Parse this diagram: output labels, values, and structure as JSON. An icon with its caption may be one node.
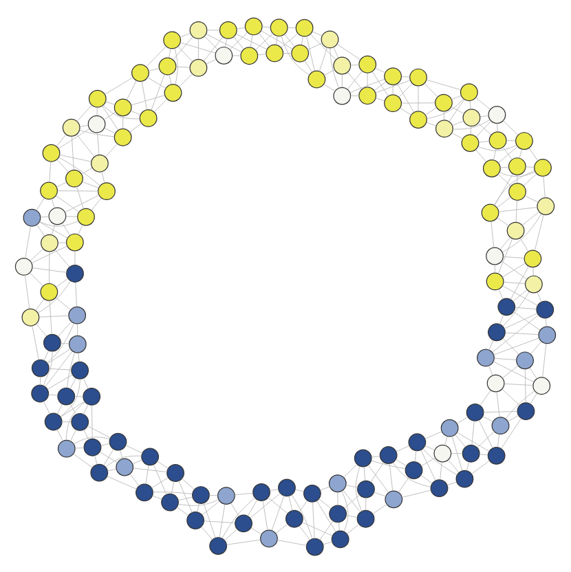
{
  "diagram": {
    "nodes": [
      {
        "text": [],
        "shape": "circle"
      },
      {
        "text": [],
        "shape": "circle"
      },
      {
        "text": [],
        "shape": "circle"
      },
      {
        "text": [],
        "shape": "circle"
      },
      {
        "text": [],
        "shape": "circle"
      },
      {
        "text": [],
        "shape": "circle"
      },
      {
        "text": [],
        "shape": "circle"
      },
      {
        "text": [],
        "shape": "circle"
      },
      {
        "text": [],
        "shape": "circle"
      },
      {
        "text": [],
        "shape": "circle"
      },
      {
        "text": [],
        "shape": "circle"
      },
      {
        "text": [],
        "shape": "circle"
      },
      {
        "text": [],
        "shape": "circle"
      },
      {
        "text": [],
        "shape": "circle"
      },
      {
        "text": [],
        "shape": "circle"
      },
      {
        "text": [],
        "shape": "circle"
      },
      {
        "text": [],
        "shape": "circle"
      },
      {
        "text": [],
        "shape": "circle"
      },
      {
        "text": [],
        "shape": "circle"
      },
      {
        "text": [],
        "shape": "circle"
      },
      {
        "text": [],
        "shape": "circle"
      },
      {
        "text": [],
        "shape": "circle"
      },
      {
        "text": [],
        "shape": "circle"
      },
      {
        "text": [],
        "shape": "circle"
      },
      {
        "text": [],
        "shape": "circle"
      },
      {
        "text": [],
        "shape": "circle"
      },
      {
        "text": [],
        "shape": "circle"
      },
      {
        "text": [],
        "shape": "circle"
      },
      {
        "text": [],
        "shape": "circle"
      },
      {
        "text": [],
        "shape": "circle"
      },
      {
        "text": [],
        "shape": "circle"
      },
      {
        "text": [],
        "shape": "circle"
      },
      {
        "text": [],
        "shape": "circle"
      },
      {
        "text": [],
        "shape": "circle"
      },
      {
        "text": [],
        "shape": "circle"
      },
      {
        "text": [],
        "shape": "circle"
      },
      {
        "text": [],
        "shape": "circle"
      },
      {
        "text": [],
        "shape": "circle"
      },
      {
        "text": [],
        "shape": "circle"
      },
      {
        "text": [],
        "shape": "circle"
      },
      {
        "text": [],
        "shape": "circle"
      },
      {
        "text": [],
        "shape": "circle"
      },
      {
        "text": [],
        "shape": "circle"
      },
      {
        "text": [],
        "shape": "circle"
      },
      {
        "text": [],
        "shape": "circle"
      },
      {
        "text": [],
        "shape": "circle"
      },
      {
        "text": [],
        "shape": "circle"
      },
      {
        "text": [],
        "shape": "circle"
      },
      {
        "text": [],
        "shape": "circle"
      },
      {
        "text": [],
        "shape": "circle"
      },
      {
        "text": [],
        "shape": "circle"
      },
      {
        "text": [],
        "shape": "circle"
      },
      {
        "text": [],
        "shape": "circle"
      },
      {
        "text": [],
        "shape": "circle"
      },
      {
        "text": [],
        "shape": "circle"
      },
      {
        "text": [],
        "shape": "circle"
      },
      {
        "text": [],
        "shape": "circle"
      },
      {
        "text": [],
        "shape": "circle"
      },
      {
        "text": [],
        "shape": "circle"
      },
      {
        "text": [],
        "shape": "circle"
      },
      {
        "text": [],
        "shape": "circle"
      },
      {
        "text": [],
        "shape": "circle"
      },
      {
        "text": [],
        "shape": "circle"
      },
      {
        "text": [],
        "shape": "circle"
      },
      {
        "text": [],
        "shape": "circle"
      },
      {
        "text": [],
        "shape": "circle"
      },
      {
        "text": [],
        "shape": "circle"
      },
      {
        "text": [],
        "shape": "circle"
      },
      {
        "text": [],
        "shape": "circle"
      },
      {
        "text": [],
        "shape": "circle"
      },
      {
        "text": [],
        "shape": "circle"
      },
      {
        "text": [],
        "shape": "circle"
      },
      {
        "text": [],
        "shape": "circle"
      },
      {
        "text": [],
        "shape": "circle"
      },
      {
        "text": [],
        "shape": "circle"
      },
      {
        "text": [],
        "shape": "circle"
      },
      {
        "text": [],
        "shape": "circle"
      },
      {
        "text": [],
        "shape": "circle"
      },
      {
        "text": [],
        "shape": "circle"
      },
      {
        "text": [],
        "shape": "circle"
      },
      {
        "text": [],
        "shape": "circle"
      },
      {
        "text": [],
        "shape": "circle"
      },
      {
        "text": [],
        "shape": "circle"
      },
      {
        "text": [],
        "shape": "circle"
      },
      {
        "text": [],
        "shape": "circle"
      },
      {
        "text": [],
        "shape": "circle"
      },
      {
        "text": [],
        "shape": "circle"
      },
      {
        "text": [],
        "shape": "circle"
      },
      {
        "text": [],
        "shape": "circle"
      },
      {
        "text": [],
        "shape": "circle"
      },
      {
        "text": [],
        "shape": "circle"
      },
      {
        "text": [],
        "shape": "circle"
      },
      {
        "text": [],
        "shape": "circle"
      },
      {
        "text": [],
        "shape": "circle"
      },
      {
        "text": [],
        "shape": "circle"
      },
      {
        "text": [],
        "shape": "circle"
      },
      {
        "text": [],
        "shape": "circle"
      },
      {
        "text": [],
        "shape": "circle"
      },
      {
        "text": [],
        "shape": "circle"
      },
      {
        "text": [],
        "shape": "circle"
      },
      {
        "text": [],
        "shape": "circle"
      },
      {
        "text": [],
        "shape": "circle"
      },
      {
        "text": [],
        "shape": "circle"
      },
      {
        "text": [],
        "shape": "circle"
      },
      {
        "text": [],
        "shape": "circle"
      },
      {
        "text": [],
        "shape": "circle"
      },
      {
        "text": [],
        "shape": "circle"
      },
      {
        "text": [],
        "shape": "circle"
      },
      {
        "text": [],
        "shape": "circle"
      },
      {
        "text": [],
        "shape": "circle"
      },
      {
        "text": [],
        "shape": "circle"
      },
      {
        "text": [],
        "shape": "circle"
      },
      {
        "text": [],
        "shape": "circle"
      },
      {
        "text": [],
        "shape": "circle"
      },
      {
        "text": [],
        "shape": "circle"
      },
      {
        "text": [],
        "shape": "circle"
      },
      {
        "text": [],
        "shape": "circle"
      },
      {
        "text": [],
        "shape": "circle"
      },
      {
        "text": [],
        "shape": "circle"
      },
      {
        "text": [],
        "shape": "circle"
      }
    ],
    "edges": [
      {
        "from": 0,
        "to": 1,
        "arrow": "none"
      },
      {
        "from": 0,
        "to": 2,
        "arrow": "none"
      },
      {
        "from": 0,
        "to": 3,
        "arrow": "none"
      },
      {
        "from": 1,
        "to": 2,
        "arrow": "none"
      },
      {
        "from": 1,
        "to": 3,
        "arrow": "none"
      },
      {
        "from": 1,
        "to": 4,
        "arrow": "none"
      },
      {
        "from": 2,
        "to": 3,
        "arrow": "none"
      },
      {
        "from": 2,
        "to": 4,
        "arrow": "none"
      },
      {
        "from": 2,
        "to": 5,
        "arrow": "none"
      },
      {
        "from": 3,
        "to": 4,
        "arrow": "none"
      },
      {
        "from": 3,
        "to": 5,
        "arrow": "none"
      },
      {
        "from": 3,
        "to": 6,
        "arrow": "none"
      },
      {
        "from": 4,
        "to": 5,
        "arrow": "none"
      },
      {
        "from": 4,
        "to": 6,
        "arrow": "none"
      },
      {
        "from": 4,
        "to": 7,
        "arrow": "none"
      },
      {
        "from": 5,
        "to": 6,
        "arrow": "none"
      },
      {
        "from": 5,
        "to": 7,
        "arrow": "none"
      },
      {
        "from": 5,
        "to": 8,
        "arrow": "none"
      },
      {
        "from": 6,
        "to": 7,
        "arrow": "none"
      },
      {
        "from": 6,
        "to": 8,
        "arrow": "none"
      },
      {
        "from": 6,
        "to": 9,
        "arrow": "none"
      },
      {
        "from": 7,
        "to": 8,
        "arrow": "none"
      },
      {
        "from": 7,
        "to": 9,
        "arrow": "none"
      },
      {
        "from": 7,
        "to": 10,
        "arrow": "none"
      },
      {
        "from": 8,
        "to": 9,
        "arrow": "none"
      },
      {
        "from": 8,
        "to": 10,
        "arrow": "none"
      },
      {
        "from": 8,
        "to": 11,
        "arrow": "none"
      },
      {
        "from": 9,
        "to": 10,
        "arrow": "none"
      },
      {
        "from": 9,
        "to": 11,
        "arrow": "none"
      },
      {
        "from": 9,
        "to": 12,
        "arrow": "none"
      },
      {
        "from": 10,
        "to": 11,
        "arrow": "none"
      },
      {
        "from": 10,
        "to": 12,
        "arrow": "none"
      },
      {
        "from": 10,
        "to": 13,
        "arrow": "none"
      },
      {
        "from": 11,
        "to": 12,
        "arrow": "none"
      },
      {
        "from": 11,
        "to": 13,
        "arrow": "none"
      },
      {
        "from": 11,
        "to": 14,
        "arrow": "none"
      },
      {
        "from": 12,
        "to": 13,
        "arrow": "none"
      },
      {
        "from": 12,
        "to": 14,
        "arrow": "none"
      },
      {
        "from": 12,
        "to": 15,
        "arrow": "none"
      },
      {
        "from": 13,
        "to": 14,
        "arrow": "none"
      },
      {
        "from": 13,
        "to": 15,
        "arrow": "none"
      },
      {
        "from": 13,
        "to": 16,
        "arrow": "none"
      },
      {
        "from": 14,
        "to": 15,
        "arrow": "none"
      },
      {
        "from": 14,
        "to": 16,
        "arrow": "none"
      },
      {
        "from": 14,
        "to": 17,
        "arrow": "none"
      },
      {
        "from": 15,
        "to": 16,
        "arrow": "none"
      },
      {
        "from": 15,
        "to": 17,
        "arrow": "none"
      },
      {
        "from": 15,
        "to": 18,
        "arrow": "none"
      },
      {
        "from": 16,
        "to": 17,
        "arrow": "none"
      },
      {
        "from": 16,
        "to": 18,
        "arrow": "none"
      },
      {
        "from": 16,
        "to": 19,
        "arrow": "none"
      },
      {
        "from": 17,
        "to": 18,
        "arrow": "none"
      },
      {
        "from": 17,
        "to": 19,
        "arrow": "none"
      },
      {
        "from": 17,
        "to": 20,
        "arrow": "none"
      },
      {
        "from": 18,
        "to": 19,
        "arrow": "none"
      },
      {
        "from": 18,
        "to": 20,
        "arrow": "none"
      },
      {
        "from": 18,
        "to": 21,
        "arrow": "none"
      },
      {
        "from": 19,
        "to": 20,
        "arrow": "none"
      },
      {
        "from": 19,
        "to": 21,
        "arrow": "none"
      },
      {
        "from": 19,
        "to": 22,
        "arrow": "none"
      },
      {
        "from": 20,
        "to": 21,
        "arrow": "none"
      },
      {
        "from": 20,
        "to": 22,
        "arrow": "none"
      },
      {
        "from": 20,
        "to": 23,
        "arrow": "none"
      },
      {
        "from": 21,
        "to": 22,
        "arrow": "none"
      },
      {
        "from": 21,
        "to": 23,
        "arrow": "none"
      },
      {
        "from": 21,
        "to": 24,
        "arrow": "none"
      },
      {
        "from": 22,
        "to": 23,
        "arrow": "none"
      },
      {
        "from": 22,
        "to": 24,
        "arrow": "none"
      },
      {
        "from": 22,
        "to": 25,
        "arrow": "none"
      },
      {
        "from": 23,
        "to": 24,
        "arrow": "none"
      },
      {
        "from": 23,
        "to": 25,
        "arrow": "none"
      },
      {
        "from": 23,
        "to": 26,
        "arrow": "none"
      },
      {
        "from": 24,
        "to": 25,
        "arrow": "none"
      },
      {
        "from": 24,
        "to": 26,
        "arrow": "none"
      },
      {
        "from": 24,
        "to": 27,
        "arrow": "none"
      },
      {
        "from": 25,
        "to": 26,
        "arrow": "none"
      },
      {
        "from": 25,
        "to": 27,
        "arrow": "none"
      },
      {
        "from": 25,
        "to": 28,
        "arrow": "none"
      },
      {
        "from": 26,
        "to": 27,
        "arrow": "none"
      },
      {
        "from": 26,
        "to": 28,
        "arrow": "none"
      },
      {
        "from": 26,
        "to": 29,
        "arrow": "none"
      },
      {
        "from": 27,
        "to": 28,
        "arrow": "none"
      },
      {
        "from": 27,
        "to": 29,
        "arrow": "none"
      },
      {
        "from": 27,
        "to": 30,
        "arrow": "none"
      },
      {
        "from": 28,
        "to": 29,
        "arrow": "none"
      },
      {
        "from": 28,
        "to": 30,
        "arrow": "none"
      },
      {
        "from": 28,
        "to": 31,
        "arrow": "none"
      },
      {
        "from": 29,
        "to": 30,
        "arrow": "none"
      },
      {
        "from": 29,
        "to": 31,
        "arrow": "none"
      },
      {
        "from": 29,
        "to": 32,
        "arrow": "none"
      },
      {
        "from": 30,
        "to": 31,
        "arrow": "none"
      },
      {
        "from": 30,
        "to": 32,
        "arrow": "none"
      },
      {
        "from": 30,
        "to": 33,
        "arrow": "none"
      },
      {
        "from": 31,
        "to": 32,
        "arrow": "none"
      },
      {
        "from": 31,
        "to": 33,
        "arrow": "none"
      },
      {
        "from": 31,
        "to": 34,
        "arrow": "none"
      },
      {
        "from": 32,
        "to": 33,
        "arrow": "none"
      },
      {
        "from": 32,
        "to": 34,
        "arrow": "none"
      },
      {
        "from": 32,
        "to": 35,
        "arrow": "none"
      },
      {
        "from": 33,
        "to": 34,
        "arrow": "none"
      },
      {
        "from": 33,
        "to": 35,
        "arrow": "none"
      },
      {
        "from": 33,
        "to": 36,
        "arrow": "none"
      },
      {
        "from": 34,
        "to": 35,
        "arrow": "none"
      },
      {
        "from": 34,
        "to": 36,
        "arrow": "none"
      },
      {
        "from": 34,
        "to": 37,
        "arrow": "none"
      },
      {
        "from": 35,
        "to": 36,
        "arrow": "none"
      },
      {
        "from": 35,
        "to": 37,
        "arrow": "none"
      },
      {
        "from": 35,
        "to": 38,
        "arrow": "none"
      },
      {
        "from": 36,
        "to": 37,
        "arrow": "none"
      },
      {
        "from": 36,
        "to": 38,
        "arrow": "none"
      },
      {
        "from": 36,
        "to": 39,
        "arrow": "none"
      },
      {
        "from": 37,
        "to": 38,
        "arrow": "none"
      },
      {
        "from": 37,
        "to": 39,
        "arrow": "none"
      },
      {
        "from": 37,
        "to": 40,
        "arrow": "none"
      },
      {
        "from": 38,
        "to": 39,
        "arrow": "none"
      },
      {
        "from": 38,
        "to": 40,
        "arrow": "none"
      },
      {
        "from": 38,
        "to": 41,
        "arrow": "none"
      },
      {
        "from": 39,
        "to": 40,
        "arrow": "none"
      },
      {
        "from": 39,
        "to": 41,
        "arrow": "none"
      },
      {
        "from": 39,
        "to": 42,
        "arrow": "none"
      },
      {
        "from": 40,
        "to": 41,
        "arrow": "none"
      },
      {
        "from": 40,
        "to": 42,
        "arrow": "none"
      },
      {
        "from": 40,
        "to": 43,
        "arrow": "none"
      },
      {
        "from": 41,
        "to": 42,
        "arrow": "none"
      },
      {
        "from": 41,
        "to": 43,
        "arrow": "none"
      },
      {
        "from": 41,
        "to": 44,
        "arrow": "none"
      },
      {
        "from": 42,
        "to": 43,
        "arrow": "none"
      },
      {
        "from": 42,
        "to": 44,
        "arrow": "none"
      },
      {
        "from": 42,
        "to": 45,
        "arrow": "none"
      },
      {
        "from": 43,
        "to": 44,
        "arrow": "none"
      },
      {
        "from": 43,
        "to": 45,
        "arrow": "none"
      },
      {
        "from": 43,
        "to": 46,
        "arrow": "none"
      },
      {
        "from": 44,
        "to": 45,
        "arrow": "none"
      },
      {
        "from": 44,
        "to": 46,
        "arrow": "none"
      },
      {
        "from": 44,
        "to": 47,
        "arrow": "none"
      },
      {
        "from": 45,
        "to": 46,
        "arrow": "none"
      },
      {
        "from": 45,
        "to": 47,
        "arrow": "none"
      },
      {
        "from": 45,
        "to": 48,
        "arrow": "none"
      },
      {
        "from": 46,
        "to": 47,
        "arrow": "none"
      },
      {
        "from": 46,
        "to": 48,
        "arrow": "none"
      },
      {
        "from": 46,
        "to": 49,
        "arrow": "none"
      },
      {
        "from": 47,
        "to": 48,
        "arrow": "none"
      },
      {
        "from": 47,
        "to": 49,
        "arrow": "none"
      },
      {
        "from": 47,
        "to": 50,
        "arrow": "none"
      },
      {
        "from": 48,
        "to": 49,
        "arrow": "none"
      },
      {
        "from": 48,
        "to": 50,
        "arrow": "none"
      },
      {
        "from": 48,
        "to": 51,
        "arrow": "none"
      },
      {
        "from": 49,
        "to": 50,
        "arrow": "none"
      },
      {
        "from": 49,
        "to": 51,
        "arrow": "none"
      },
      {
        "from": 49,
        "to": 52,
        "arrow": "none"
      },
      {
        "from": 50,
        "to": 51,
        "arrow": "none"
      },
      {
        "from": 50,
        "to": 52,
        "arrow": "none"
      },
      {
        "from": 50,
        "to": 53,
        "arrow": "none"
      },
      {
        "from": 51,
        "to": 52,
        "arrow": "none"
      },
      {
        "from": 51,
        "to": 53,
        "arrow": "none"
      },
      {
        "from": 51,
        "to": 54,
        "arrow": "none"
      },
      {
        "from": 52,
        "to": 53,
        "arrow": "none"
      },
      {
        "from": 52,
        "to": 54,
        "arrow": "none"
      },
      {
        "from": 52,
        "to": 55,
        "arrow": "none"
      },
      {
        "from": 53,
        "to": 54,
        "arrow": "none"
      },
      {
        "from": 53,
        "to": 55,
        "arrow": "none"
      },
      {
        "from": 53,
        "to": 56,
        "arrow": "none"
      },
      {
        "from": 54,
        "to": 55,
        "arrow": "none"
      },
      {
        "from": 54,
        "to": 56,
        "arrow": "none"
      },
      {
        "from": 54,
        "to": 57,
        "arrow": "none"
      },
      {
        "from": 55,
        "to": 56,
        "arrow": "none"
      },
      {
        "from": 55,
        "to": 57,
        "arrow": "none"
      },
      {
        "from": 55,
        "to": 58,
        "arrow": "none"
      },
      {
        "from": 56,
        "to": 57,
        "arrow": "none"
      },
      {
        "from": 56,
        "to": 58,
        "arrow": "none"
      },
      {
        "from": 56,
        "to": 59,
        "arrow": "none"
      },
      {
        "from": 57,
        "to": 58,
        "arrow": "none"
      },
      {
        "from": 57,
        "to": 59,
        "arrow": "none"
      },
      {
        "from": 57,
        "to": 60,
        "arrow": "none"
      },
      {
        "from": 58,
        "to": 59,
        "arrow": "none"
      },
      {
        "from": 58,
        "to": 60,
        "arrow": "none"
      },
      {
        "from": 58,
        "to": 61,
        "arrow": "none"
      },
      {
        "from": 59,
        "to": 60,
        "arrow": "none"
      },
      {
        "from": 59,
        "to": 61,
        "arrow": "none"
      },
      {
        "from": 59,
        "to": 62,
        "arrow": "none"
      },
      {
        "from": 60,
        "to": 61,
        "arrow": "none"
      },
      {
        "from": 60,
        "to": 62,
        "arrow": "none"
      },
      {
        "from": 60,
        "to": 63,
        "arrow": "none"
      },
      {
        "from": 61,
        "to": 62,
        "arrow": "none"
      },
      {
        "from": 61,
        "to": 63,
        "arrow": "none"
      },
      {
        "from": 61,
        "to": 64,
        "arrow": "none"
      },
      {
        "from": 62,
        "to": 63,
        "arrow": "none"
      },
      {
        "from": 62,
        "to": 64,
        "arrow": "none"
      },
      {
        "from": 62,
        "to": 65,
        "arrow": "none"
      },
      {
        "from": 63,
        "to": 64,
        "arrow": "none"
      },
      {
        "from": 63,
        "to": 65,
        "arrow": "none"
      },
      {
        "from": 63,
        "to": 66,
        "arrow": "none"
      },
      {
        "from": 64,
        "to": 65,
        "arrow": "none"
      },
      {
        "from": 64,
        "to": 66,
        "arrow": "none"
      },
      {
        "from": 64,
        "to": 67,
        "arrow": "none"
      },
      {
        "from": 65,
        "to": 66,
        "arrow": "none"
      },
      {
        "from": 65,
        "to": 67,
        "arrow": "none"
      },
      {
        "from": 65,
        "to": 68,
        "arrow": "none"
      },
      {
        "from": 66,
        "to": 67,
        "arrow": "none"
      },
      {
        "from": 66,
        "to": 68,
        "arrow": "none"
      },
      {
        "from": 66,
        "to": 69,
        "arrow": "none"
      },
      {
        "from": 67,
        "to": 68,
        "arrow": "none"
      },
      {
        "from": 67,
        "to": 69,
        "arrow": "none"
      },
      {
        "from": 67,
        "to": 70,
        "arrow": "none"
      },
      {
        "from": 68,
        "to": 69,
        "arrow": "none"
      },
      {
        "from": 68,
        "to": 70,
        "arrow": "none"
      },
      {
        "from": 68,
        "to": 71,
        "arrow": "none"
      },
      {
        "from": 69,
        "to": 70,
        "arrow": "none"
      },
      {
        "from": 69,
        "to": 71,
        "arrow": "none"
      },
      {
        "from": 69,
        "to": 72,
        "arrow": "none"
      },
      {
        "from": 70,
        "to": 71,
        "arrow": "none"
      },
      {
        "from": 70,
        "to": 72,
        "arrow": "none"
      },
      {
        "from": 70,
        "to": 73,
        "arrow": "none"
      },
      {
        "from": 71,
        "to": 72,
        "arrow": "none"
      },
      {
        "from": 71,
        "to": 73,
        "arrow": "none"
      },
      {
        "from": 71,
        "to": 74,
        "arrow": "none"
      },
      {
        "from": 72,
        "to": 73,
        "arrow": "none"
      },
      {
        "from": 72,
        "to": 74,
        "arrow": "none"
      },
      {
        "from": 72,
        "to": 75,
        "arrow": "none"
      },
      {
        "from": 73,
        "to": 74,
        "arrow": "none"
      },
      {
        "from": 73,
        "to": 75,
        "arrow": "none"
      },
      {
        "from": 73,
        "to": 76,
        "arrow": "none"
      },
      {
        "from": 74,
        "to": 75,
        "arrow": "none"
      },
      {
        "from": 74,
        "to": 76,
        "arrow": "none"
      },
      {
        "from": 74,
        "to": 77,
        "arrow": "none"
      },
      {
        "from": 75,
        "to": 76,
        "arrow": "none"
      },
      {
        "from": 75,
        "to": 77,
        "arrow": "none"
      },
      {
        "from": 75,
        "to": 78,
        "arrow": "none"
      },
      {
        "from": 76,
        "to": 77,
        "arrow": "none"
      },
      {
        "from": 76,
        "to": 78,
        "arrow": "none"
      },
      {
        "from": 76,
        "to": 79,
        "arrow": "none"
      },
      {
        "from": 77,
        "to": 78,
        "arrow": "none"
      },
      {
        "from": 77,
        "to": 79,
        "arrow": "none"
      },
      {
        "from": 77,
        "to": 80,
        "arrow": "none"
      },
      {
        "from": 78,
        "to": 79,
        "arrow": "none"
      },
      {
        "from": 78,
        "to": 80,
        "arrow": "none"
      },
      {
        "from": 78,
        "to": 81,
        "arrow": "none"
      },
      {
        "from": 79,
        "to": 80,
        "arrow": "none"
      },
      {
        "from": 79,
        "to": 81,
        "arrow": "none"
      },
      {
        "from": 79,
        "to": 82,
        "arrow": "none"
      },
      {
        "from": 80,
        "to": 81,
        "arrow": "none"
      },
      {
        "from": 80,
        "to": 82,
        "arrow": "none"
      },
      {
        "from": 80,
        "to": 83,
        "arrow": "none"
      },
      {
        "from": 81,
        "to": 82,
        "arrow": "none"
      },
      {
        "from": 81,
        "to": 83,
        "arrow": "none"
      },
      {
        "from": 81,
        "to": 84,
        "arrow": "none"
      },
      {
        "from": 82,
        "to": 83,
        "arrow": "none"
      },
      {
        "from": 82,
        "to": 84,
        "arrow": "none"
      },
      {
        "from": 82,
        "to": 85,
        "arrow": "none"
      },
      {
        "from": 83,
        "to": 84,
        "arrow": "none"
      },
      {
        "from": 83,
        "to": 85,
        "arrow": "none"
      },
      {
        "from": 83,
        "to": 86,
        "arrow": "none"
      },
      {
        "from": 84,
        "to": 85,
        "arrow": "none"
      },
      {
        "from": 84,
        "to": 86,
        "arrow": "none"
      },
      {
        "from": 84,
        "to": 87,
        "arrow": "none"
      },
      {
        "from": 85,
        "to": 86,
        "arrow": "none"
      },
      {
        "from": 85,
        "to": 87,
        "arrow": "none"
      },
      {
        "from": 85,
        "to": 88,
        "arrow": "none"
      },
      {
        "from": 86,
        "to": 87,
        "arrow": "none"
      },
      {
        "from": 86,
        "to": 88,
        "arrow": "none"
      },
      {
        "from": 86,
        "to": 89,
        "arrow": "none"
      },
      {
        "from": 87,
        "to": 88,
        "arrow": "none"
      },
      {
        "from": 87,
        "to": 89,
        "arrow": "none"
      },
      {
        "from": 87,
        "to": 90,
        "arrow": "none"
      },
      {
        "from": 88,
        "to": 89,
        "arrow": "none"
      },
      {
        "from": 88,
        "to": 90,
        "arrow": "none"
      },
      {
        "from": 88,
        "to": 91,
        "arrow": "none"
      },
      {
        "from": 89,
        "to": 90,
        "arrow": "none"
      },
      {
        "from": 89,
        "to": 91,
        "arrow": "none"
      },
      {
        "from": 89,
        "to": 92,
        "arrow": "none"
      },
      {
        "from": 90,
        "to": 91,
        "arrow": "none"
      },
      {
        "from": 90,
        "to": 92,
        "arrow": "none"
      },
      {
        "from": 90,
        "to": 93,
        "arrow": "none"
      },
      {
        "from": 91,
        "to": 92,
        "arrow": "none"
      },
      {
        "from": 91,
        "to": 93,
        "arrow": "none"
      },
      {
        "from": 91,
        "to": 94,
        "arrow": "none"
      },
      {
        "from": 92,
        "to": 93,
        "arrow": "none"
      },
      {
        "from": 92,
        "to": 94,
        "arrow": "none"
      },
      {
        "from": 92,
        "to": 95,
        "arrow": "none"
      },
      {
        "from": 93,
        "to": 94,
        "arrow": "none"
      },
      {
        "from": 93,
        "to": 95,
        "arrow": "none"
      },
      {
        "from": 93,
        "to": 96,
        "arrow": "none"
      },
      {
        "from": 94,
        "to": 95,
        "arrow": "none"
      },
      {
        "from": 94,
        "to": 96,
        "arrow": "none"
      },
      {
        "from": 94,
        "to": 97,
        "arrow": "none"
      },
      {
        "from": 95,
        "to": 96,
        "arrow": "none"
      },
      {
        "from": 95,
        "to": 97,
        "arrow": "none"
      },
      {
        "from": 95,
        "to": 98,
        "arrow": "none"
      },
      {
        "from": 96,
        "to": 97,
        "arrow": "none"
      },
      {
        "from": 96,
        "to": 98,
        "arrow": "none"
      },
      {
        "from": 96,
        "to": 99,
        "arrow": "none"
      },
      {
        "from": 97,
        "to": 98,
        "arrow": "none"
      },
      {
        "from": 97,
        "to": 99,
        "arrow": "none"
      },
      {
        "from": 97,
        "to": 100,
        "arrow": "none"
      },
      {
        "from": 98,
        "to": 99,
        "arrow": "none"
      },
      {
        "from": 98,
        "to": 100,
        "arrow": "none"
      },
      {
        "from": 98,
        "to": 101,
        "arrow": "none"
      },
      {
        "from": 99,
        "to": 100,
        "arrow": "none"
      },
      {
        "from": 99,
        "to": 101,
        "arrow": "none"
      },
      {
        "from": 99,
        "to": 102,
        "arrow": "none"
      },
      {
        "from": 100,
        "to": 101,
        "arrow": "none"
      },
      {
        "from": 100,
        "to": 102,
        "arrow": "none"
      },
      {
        "from": 100,
        "to": 103,
        "arrow": "none"
      },
      {
        "from": 101,
        "to": 102,
        "arrow": "none"
      },
      {
        "from": 101,
        "to": 103,
        "arrow": "none"
      },
      {
        "from": 101,
        "to": 104,
        "arrow": "none"
      },
      {
        "from": 102,
        "to": 103,
        "arrow": "none"
      },
      {
        "from": 102,
        "to": 104,
        "arrow": "none"
      },
      {
        "from": 102,
        "to": 105,
        "arrow": "none"
      },
      {
        "from": 103,
        "to": 104,
        "arrow": "none"
      },
      {
        "from": 103,
        "to": 105,
        "arrow": "none"
      },
      {
        "from": 103,
        "to": 106,
        "arrow": "none"
      },
      {
        "from": 104,
        "to": 105,
        "arrow": "none"
      },
      {
        "from": 104,
        "to": 106,
        "arrow": "none"
      },
      {
        "from": 104,
        "to": 107,
        "arrow": "none"
      },
      {
        "from": 105,
        "to": 106,
        "arrow": "none"
      },
      {
        "from": 105,
        "to": 107,
        "arrow": "none"
      },
      {
        "from": 105,
        "to": 108,
        "arrow": "none"
      },
      {
        "from": 106,
        "to": 107,
        "arrow": "none"
      },
      {
        "from": 106,
        "to": 108,
        "arrow": "none"
      },
      {
        "from": 106,
        "to": 109,
        "arrow": "none"
      },
      {
        "from": 107,
        "to": 108,
        "arrow": "none"
      },
      {
        "from": 107,
        "to": 109,
        "arrow": "none"
      },
      {
        "from": 107,
        "to": 110,
        "arrow": "none"
      },
      {
        "from": 108,
        "to": 109,
        "arrow": "none"
      },
      {
        "from": 108,
        "to": 110,
        "arrow": "none"
      },
      {
        "from": 108,
        "to": 111,
        "arrow": "none"
      },
      {
        "from": 109,
        "to": 110,
        "arrow": "none"
      },
      {
        "from": 109,
        "to": 111,
        "arrow": "none"
      },
      {
        "from": 109,
        "to": 112,
        "arrow": "none"
      },
      {
        "from": 110,
        "to": 111,
        "arrow": "none"
      },
      {
        "from": 110,
        "to": 112,
        "arrow": "none"
      },
      {
        "from": 110,
        "to": 113,
        "arrow": "none"
      },
      {
        "from": 111,
        "to": 112,
        "arrow": "none"
      },
      {
        "from": 111,
        "to": 113,
        "arrow": "none"
      },
      {
        "from": 111,
        "to": 114,
        "arrow": "none"
      },
      {
        "from": 112,
        "to": 113,
        "arrow": "none"
      },
      {
        "from": 112,
        "to": 114,
        "arrow": "none"
      },
      {
        "from": 112,
        "to": 115,
        "arrow": "none"
      },
      {
        "from": 113,
        "to": 114,
        "arrow": "none"
      },
      {
        "from": 113,
        "to": 115,
        "arrow": "none"
      },
      {
        "from": 113,
        "to": 116,
        "arrow": "none"
      },
      {
        "from": 114,
        "to": 115,
        "arrow": "none"
      },
      {
        "from": 114,
        "to": 116,
        "arrow": "none"
      },
      {
        "from": 114,
        "to": 117,
        "arrow": "none"
      },
      {
        "from": 115,
        "to": 116,
        "arrow": "none"
      },
      {
        "from": 115,
        "to": 117,
        "arrow": "none"
      },
      {
        "from": 115,
        "to": 118,
        "arrow": "none"
      },
      {
        "from": 116,
        "to": 117,
        "arrow": "none"
      },
      {
        "from": 116,
        "to": 118,
        "arrow": "none"
      },
      {
        "from": 116,
        "to": 119,
        "arrow": "none"
      },
      {
        "from": 117,
        "to": 118,
        "arrow": "none"
      },
      {
        "from": 117,
        "to": 119,
        "arrow": "none"
      },
      {
        "from": 117,
        "to": 0,
        "arrow": "none"
      },
      {
        "from": 118,
        "to": 119,
        "arrow": "none"
      },
      {
        "from": 118,
        "to": 0,
        "arrow": "none"
      },
      {
        "from": 118,
        "to": 1,
        "arrow": "none"
      },
      {
        "from": 119,
        "to": 0,
        "arrow": "none"
      },
      {
        "from": 119,
        "to": 1,
        "arrow": "none"
      },
      {
        "from": 119,
        "to": 2,
        "arrow": "none"
      }
    ]
  }
}
